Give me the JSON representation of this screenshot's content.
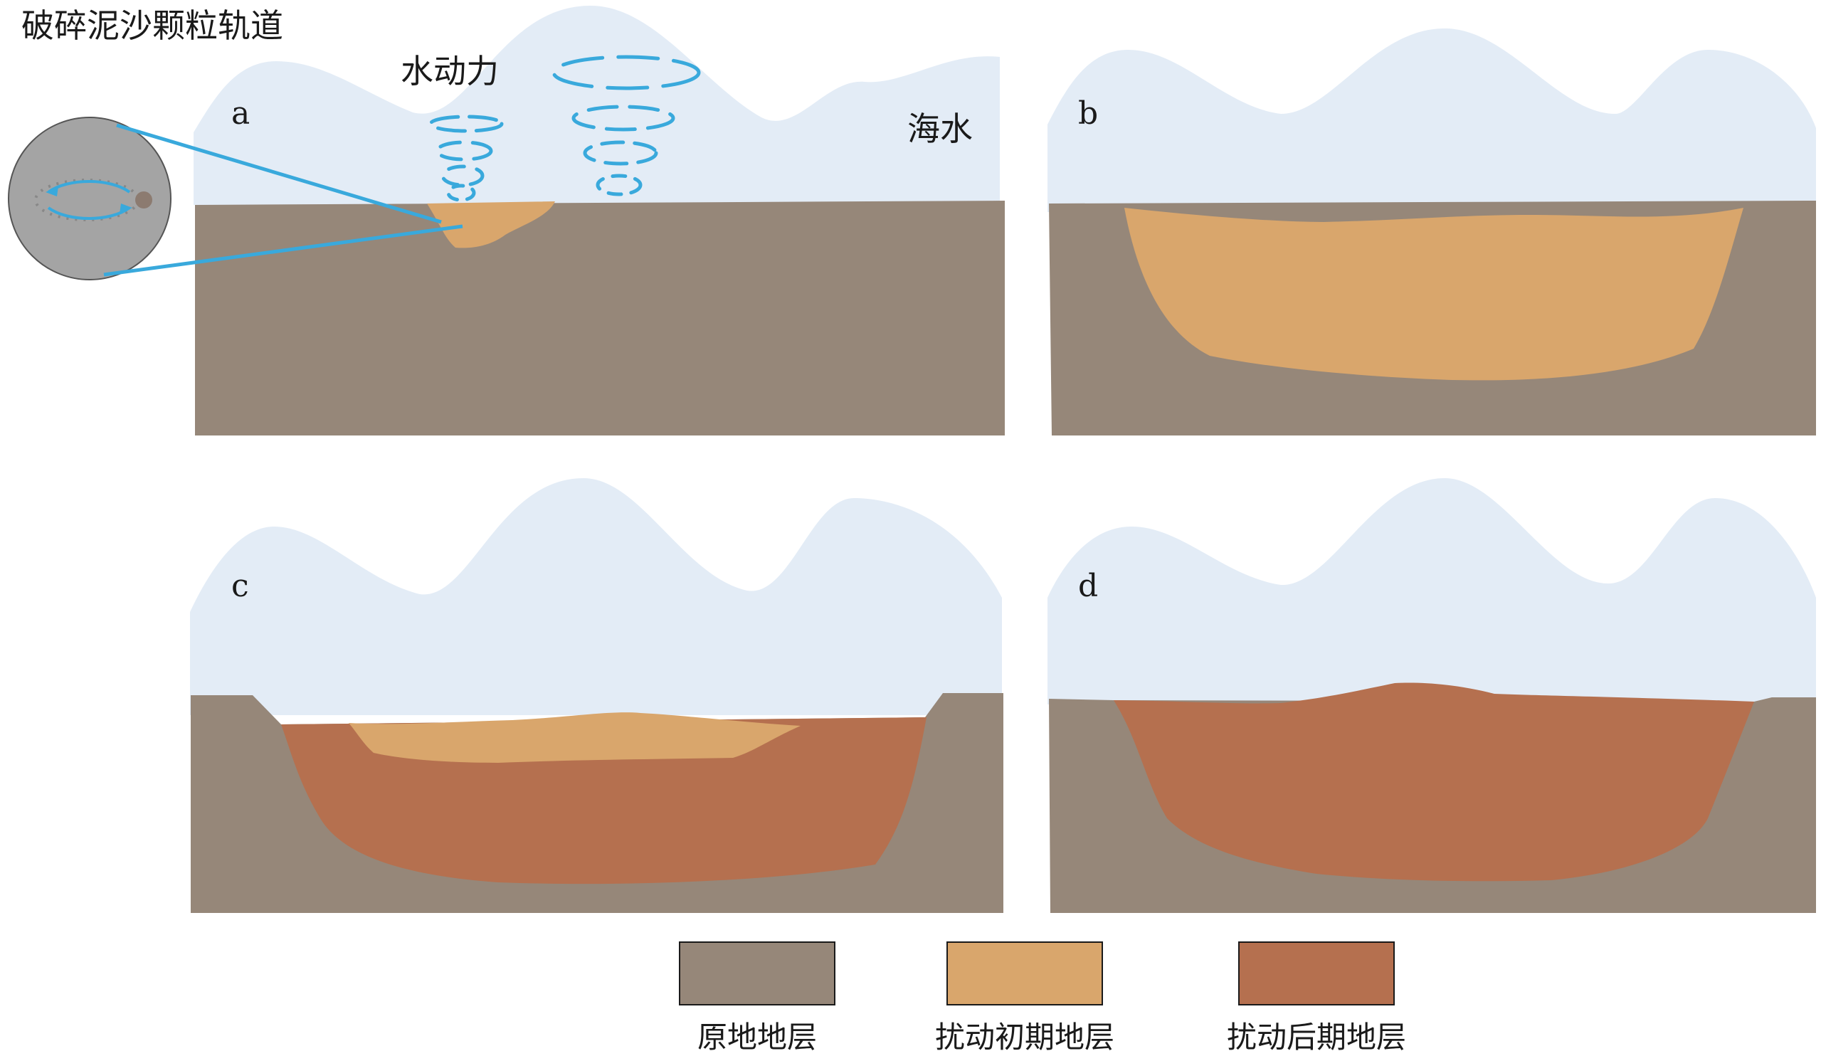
{
  "title": "破碎泥沙颗粒轨道",
  "labels": {
    "hydrodynamic": "水动力",
    "seawater": "海水"
  },
  "panels": [
    {
      "letter": "a"
    },
    {
      "letter": "b"
    },
    {
      "letter": "c"
    },
    {
      "letter": "d"
    }
  ],
  "legend": [
    {
      "label": "原地地层",
      "color": "#968779"
    },
    {
      "label": "扰动初期地层",
      "color": "#d9a66c"
    },
    {
      "label": "扰动后期地层",
      "color": "#b5704f"
    }
  ],
  "colors": {
    "water": "#e3ecf6",
    "original": "#968779",
    "early": "#d9a66c",
    "late": "#b5704f",
    "vortex": "#39a9dc",
    "particle_circle": "#a4a4a4"
  }
}
